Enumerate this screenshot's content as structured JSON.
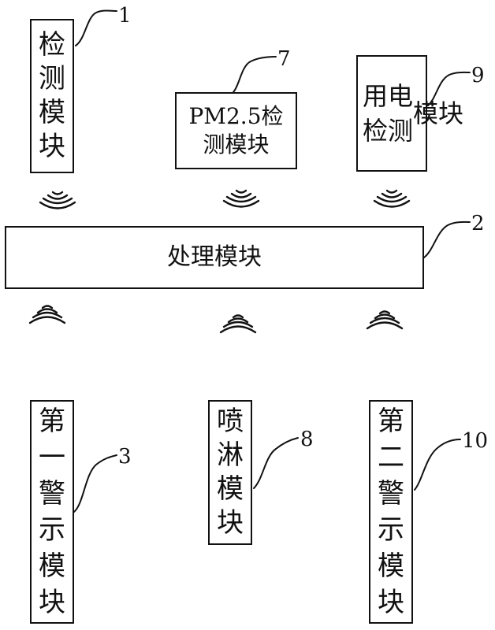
{
  "modules": {
    "detection": {
      "label": "检测模块",
      "number": "1"
    },
    "processing": {
      "label": "处理模块",
      "number": "2"
    },
    "first_warning": {
      "label": "第一警示模块",
      "number": "3"
    },
    "pm25_detection": {
      "label_line1": "PM2.5检",
      "label_line2": "测模块",
      "number": "7"
    },
    "spray": {
      "label": "喷淋模块",
      "number": "8"
    },
    "power_detection": {
      "label": "用电检测模块",
      "number": "9"
    },
    "second_warning": {
      "label": "第二警示模块",
      "number": "10"
    }
  },
  "colors": {
    "line": "#111111",
    "background": "#ffffff"
  },
  "icons": [
    "wireless-signal-icon"
  ]
}
